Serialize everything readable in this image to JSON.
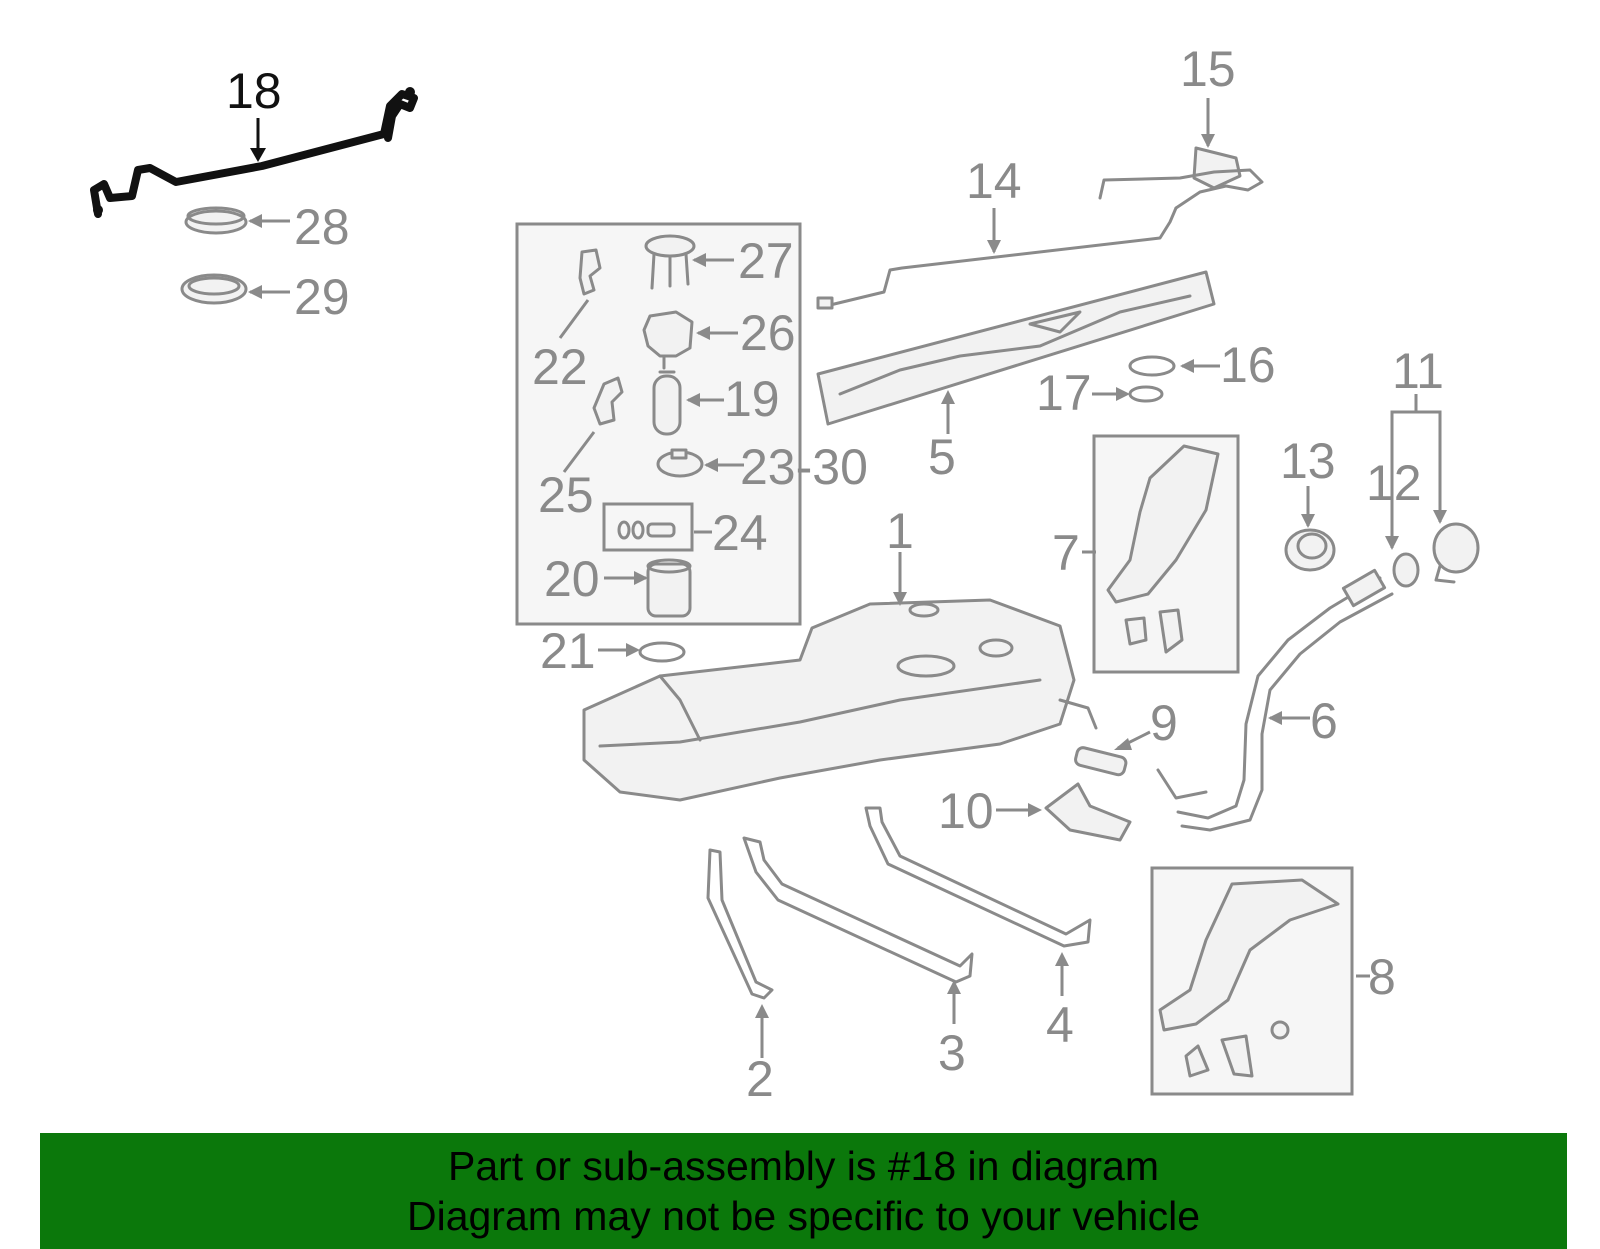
{
  "colors": {
    "part_gray": "#8a8a8a",
    "highlight": "#111111",
    "banner_green": "#0b780b",
    "background": "#ffffff"
  },
  "highlighted_part": "18",
  "callouts": [
    {
      "id": "c18",
      "number": "18",
      "highlighted": true
    },
    {
      "id": "c28",
      "number": "28"
    },
    {
      "id": "c29",
      "number": "29"
    },
    {
      "id": "c27",
      "number": "27"
    },
    {
      "id": "c22",
      "number": "22"
    },
    {
      "id": "c26",
      "number": "26"
    },
    {
      "id": "c19",
      "number": "19"
    },
    {
      "id": "c25",
      "number": "25"
    },
    {
      "id": "c2330",
      "number": "23-30"
    },
    {
      "id": "c24",
      "number": "24"
    },
    {
      "id": "c20",
      "number": "20"
    },
    {
      "id": "c21",
      "number": "21"
    },
    {
      "id": "c15",
      "number": "15"
    },
    {
      "id": "c14",
      "number": "14"
    },
    {
      "id": "c16",
      "number": "16"
    },
    {
      "id": "c17",
      "number": "17"
    },
    {
      "id": "c5",
      "number": "5"
    },
    {
      "id": "c11",
      "number": "11"
    },
    {
      "id": "c12",
      "number": "12"
    },
    {
      "id": "c13",
      "number": "13"
    },
    {
      "id": "c7",
      "number": "7"
    },
    {
      "id": "c1",
      "number": "1"
    },
    {
      "id": "c9",
      "number": "9"
    },
    {
      "id": "c6",
      "number": "6"
    },
    {
      "id": "c10",
      "number": "10"
    },
    {
      "id": "c8",
      "number": "8"
    },
    {
      "id": "c2",
      "number": "2"
    },
    {
      "id": "c3",
      "number": "3"
    },
    {
      "id": "c4",
      "number": "4"
    }
  ],
  "banner": {
    "line1": "Part or sub-assembly is #18 in diagram",
    "line2": "Diagram may not be specific to your vehicle"
  }
}
